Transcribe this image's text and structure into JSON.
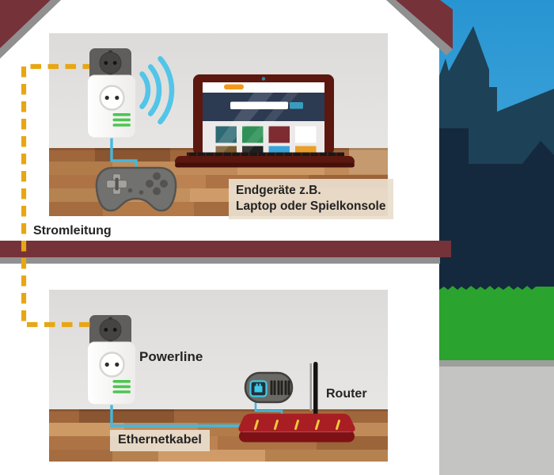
{
  "scene": {
    "description": "Powerline home-network infographic: adapter upstairs links via power line to adapter downstairs connected to router",
    "labels": {
      "stromleitung": "Stromleitung",
      "powerline": "Powerline",
      "router": "Router",
      "ethernetkabel": "Ethernetkabel",
      "endgeraete_line1": "Endgeräte z.B.",
      "endgeraete_line2": "Laptop oder Spielkonsole"
    },
    "colors": {
      "roof_red": "#763239",
      "edge_gray": "#909090",
      "room_wall": "#e3e2e0",
      "wood_base": "#b9824f",
      "power_dash_yellow": "#e7a714",
      "cable_cyan": "#45b8dc",
      "wifi_cyan": "#52c5e8",
      "led_green": "#4fc551",
      "sky_top": "#2795d2",
      "sky_bottom": "#4fadde",
      "castle_mid": "#1d4156",
      "castle_dark": "#14293d",
      "grass_green": "#2ba32f",
      "road_gray": "#c4c4c3",
      "router_red": "#a81e23",
      "laptop_maroon": "#5c180f",
      "label_beige": "#e9dfce"
    },
    "icons": [
      "wall-outlet-icon",
      "powerline-adapter-icon",
      "wifi-signal-icon",
      "laptop-icon",
      "game-controller-icon",
      "router-icon",
      "ethernet-port-icon",
      "antenna-icon",
      "house-roof",
      "floor-slab",
      "castle-silhouette",
      "grass",
      "street",
      "power-line-dashed",
      "ethernet-cable"
    ]
  }
}
